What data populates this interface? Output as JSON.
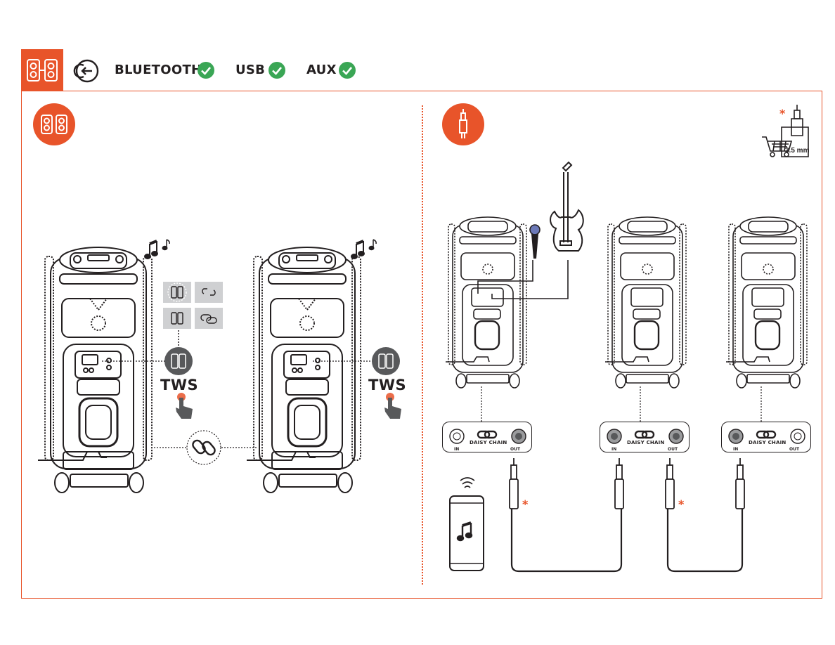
{
  "header": {
    "source_labels": [
      "BLUETOOTH",
      "USB",
      "AUX"
    ],
    "source_status_icon": "check-circle-icon"
  },
  "left_panel": {
    "badge_icon": "two-speakers-icon",
    "tws_label_left": "TWS",
    "tws_label_right": "TWS",
    "link_icon": "chain-link-icon"
  },
  "right_panel": {
    "badge_icon": "audio-jack-icon",
    "accessory": {
      "asterisk": "*",
      "cable_size": "3.5 mm",
      "icon": "shopping-cart-icon"
    },
    "daisy_chain_panels": [
      {
        "in_label": "IN",
        "chain_label": "DAISY CHAIN",
        "out_label": "OUT"
      },
      {
        "in_label": "IN",
        "chain_label": "DAISY CHAIN",
        "out_label": "OUT"
      },
      {
        "in_label": "IN",
        "chain_label": "DAISY CHAIN",
        "out_label": "OUT"
      }
    ],
    "cable_asterisk_left": "*",
    "cable_asterisk_right": "*"
  },
  "colors": {
    "accent": "#e8542a",
    "check": "#3aa655",
    "ink": "#231f20"
  }
}
